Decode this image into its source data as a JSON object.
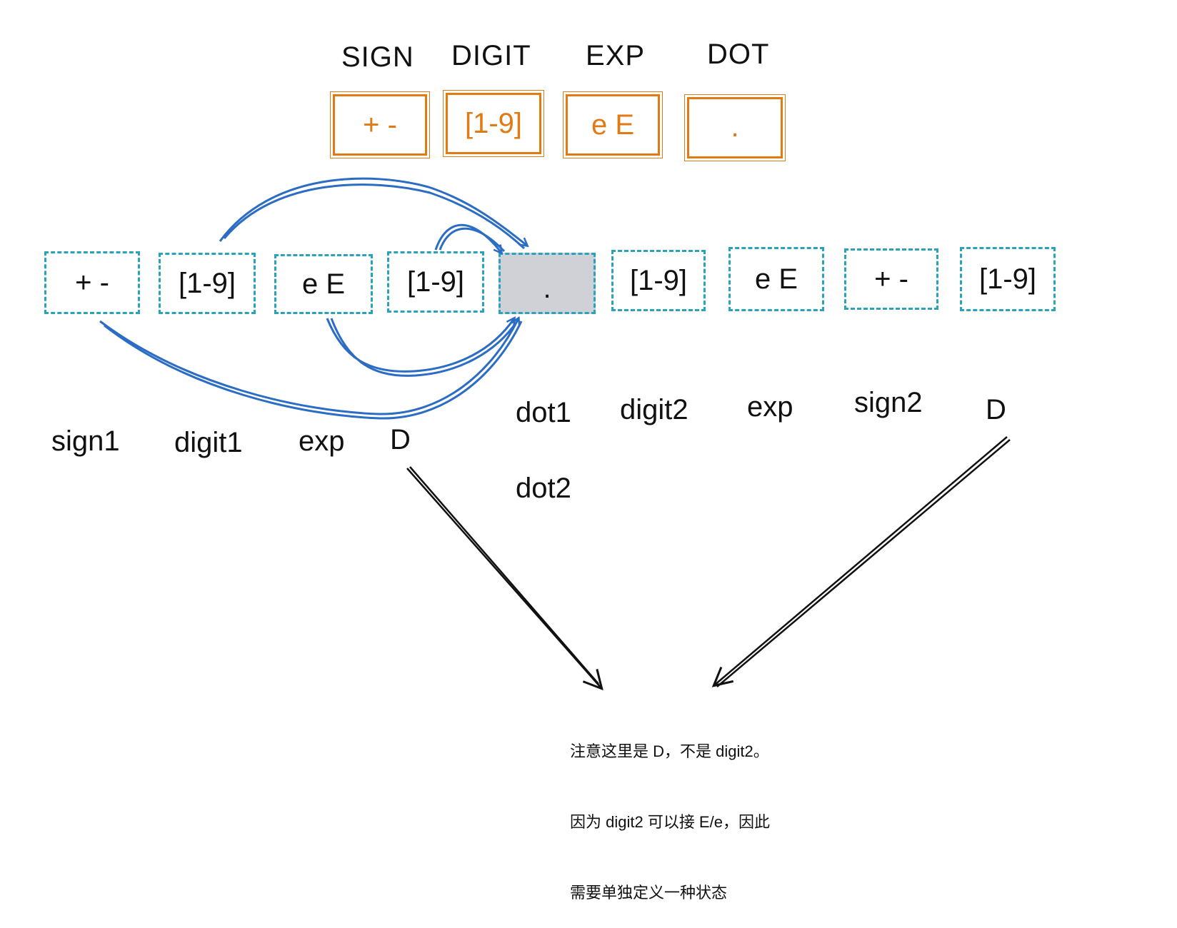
{
  "headers": {
    "sign": "SIGN",
    "digit": "DIGIT",
    "exp": "EXP",
    "dot": "DOT"
  },
  "token_boxes": {
    "sign": "+  -",
    "digit": "[1-9]",
    "exp": "e E",
    "dot": "."
  },
  "sequence": [
    "+  -",
    "[1-9]",
    "e E",
    "[1-9]",
    ".",
    "[1-9]",
    "e E",
    "+  -",
    "[1-9]"
  ],
  "state_labels": {
    "sign1": "sign1",
    "digit1": "digit1",
    "exp_left": "exp",
    "d_left": "D",
    "dot1": "dot1",
    "dot2": "dot2",
    "digit2": "digit2",
    "exp_right": "exp",
    "sign2": "sign2",
    "d_right": "D"
  },
  "note": {
    "line1": "注意这里是 D，不是 digit2。",
    "line2": "因为 digit2 可以接 E/e，因此",
    "line3": "需要单独定义一种状态"
  },
  "colors": {
    "orange": "#e07a14",
    "teal": "#2aa3b8",
    "blue": "#2b6cc4",
    "gray": "#cfd1d6"
  }
}
